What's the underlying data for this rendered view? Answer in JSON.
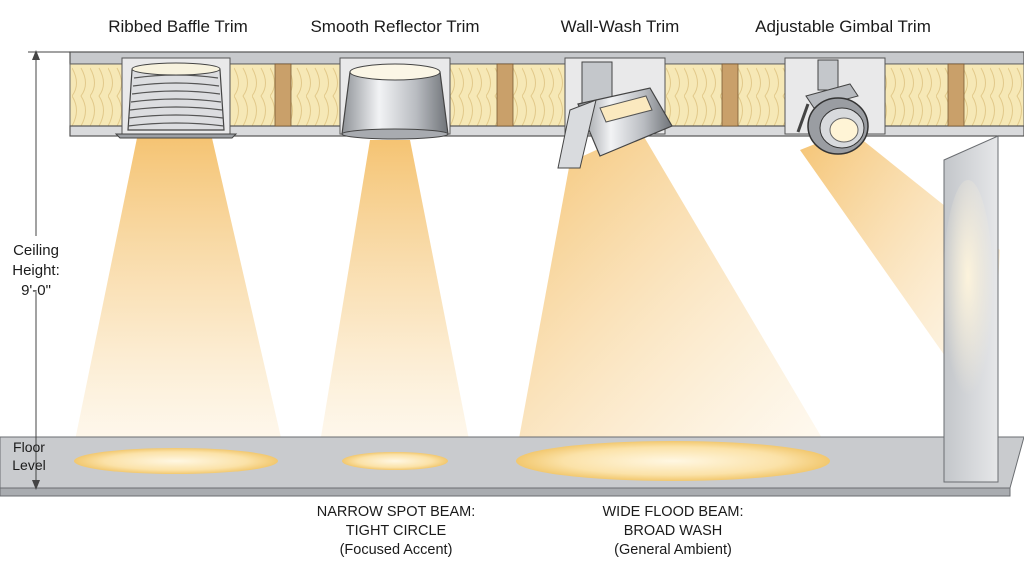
{
  "fixtures": [
    {
      "name": "Ribbed Baffle Trim"
    },
    {
      "name": "Smooth Reflector Trim"
    },
    {
      "name": "Wall-Wash Trim"
    },
    {
      "name": "Adjustable Gimbal Trim"
    }
  ],
  "dimension": {
    "line1": "Ceiling",
    "line2": "Height:",
    "value": "9'-0\""
  },
  "floor": {
    "line1": "Floor",
    "line2": "Level"
  },
  "notes": {
    "narrow": {
      "line1": "NARROW SPOT BEAM:",
      "line2": "TIGHT CIRCLE",
      "line3": "(Focused Accent)"
    },
    "wide": {
      "line1": "WIDE FLOOD BEAM:",
      "line2": "BROAD WASH",
      "line3": "(General Ambient)"
    }
  },
  "colors": {
    "beam": "#f6c97a",
    "insulation": "#f5e7b3",
    "joist": "#c9a06a",
    "drywall": "#d8d8d8",
    "floor": "#c8cacd",
    "wall": "#d2d4d7"
  }
}
